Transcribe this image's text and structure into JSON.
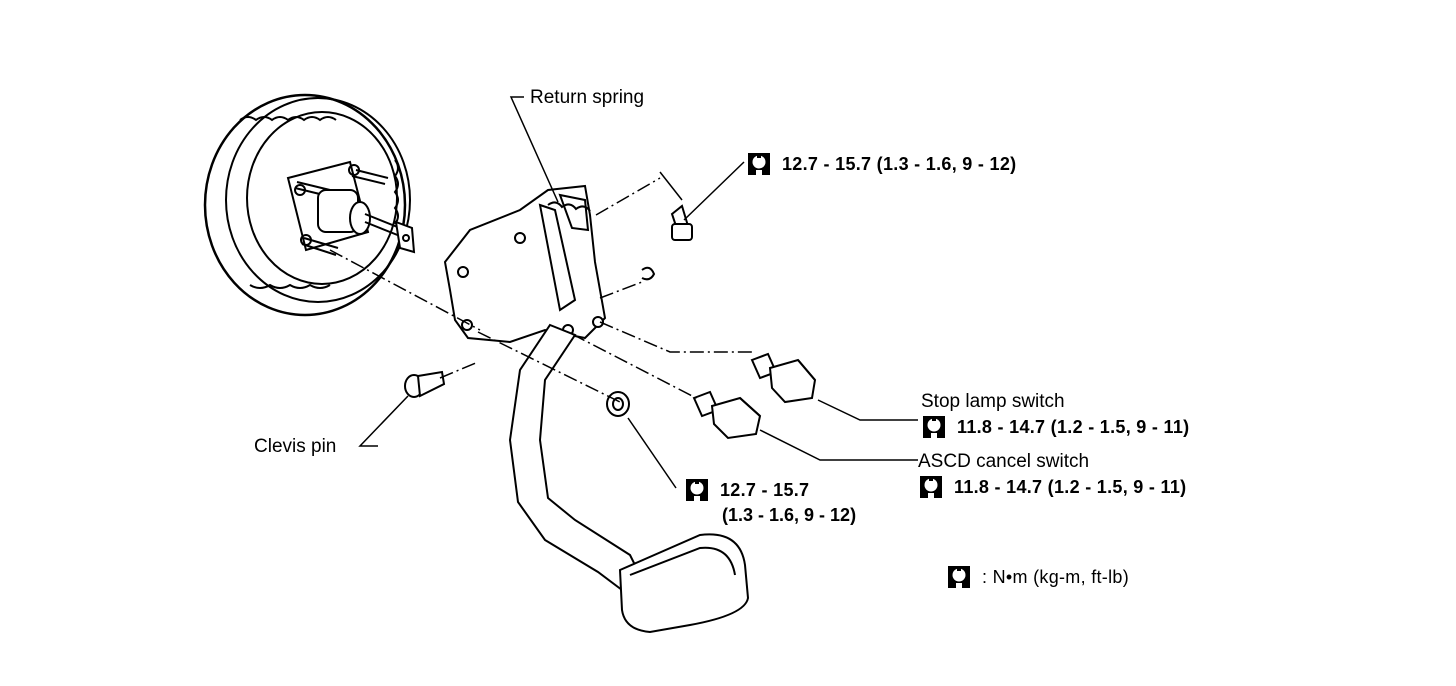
{
  "labels": {
    "return_spring": "Return spring",
    "clevis_pin": "Clevis pin",
    "stop_lamp_switch": "Stop lamp switch",
    "ascd_cancel_switch": "ASCD cancel switch"
  },
  "torques": {
    "bracket_bolt": "12.7 - 15.7 (1.3 - 1.6, 9 - 12)",
    "clevis_nut_line1": "12.7 - 15.7",
    "clevis_nut_line2": "(1.3 - 1.6, 9 - 12)",
    "stop_lamp_switch": "11.8 - 14.7 (1.2 - 1.5, 9 - 11)",
    "ascd_cancel_switch": "11.8 - 14.7 (1.2 - 1.5, 9 - 11)"
  },
  "legend": {
    "icon": "torque-wrench-icon",
    "text": ": N•m (kg-m, ft-lb)"
  }
}
